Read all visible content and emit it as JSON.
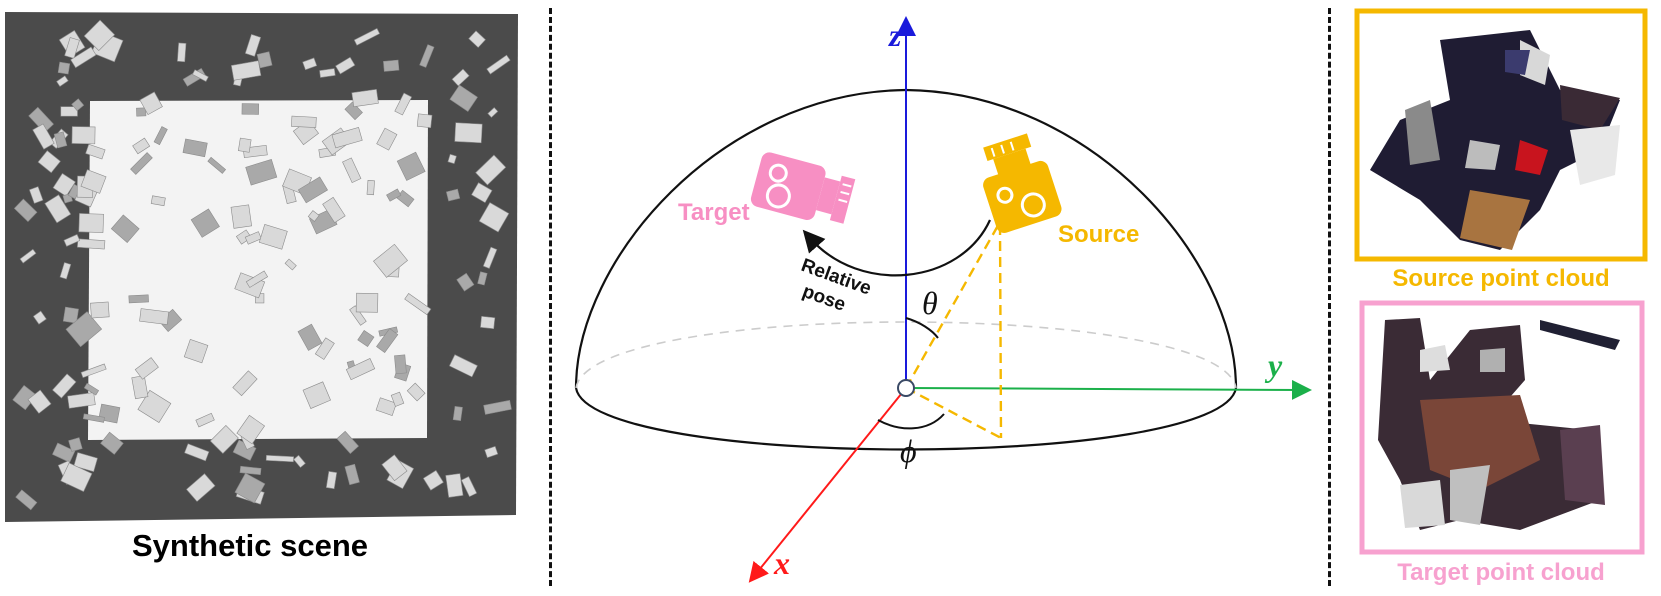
{
  "scene": {
    "caption": "Synthetic scene",
    "colors": {
      "background": "#4a4a4a",
      "floor": "#f3f3f3",
      "objects": "#d9d9d9"
    }
  },
  "diagram": {
    "axes": {
      "x": "x",
      "y": "y",
      "z": "z"
    },
    "angles": {
      "theta": "θ",
      "phi": "ϕ"
    },
    "target_label": "Target",
    "source_label": "Source",
    "relative_pose_line1": "Relative",
    "relative_pose_line2": "pose",
    "colors": {
      "x_axis": "#ff1a1a",
      "y_axis": "#1bb04a",
      "z_axis": "#1a1adb",
      "target": "#f78fc3",
      "source": "#f5b800",
      "dashed": "#f5b800"
    }
  },
  "clouds": {
    "source_caption": "Source point cloud",
    "target_caption": "Target point cloud",
    "colors": {
      "source_border": "#f5b800",
      "target_border": "#f7a1cf"
    }
  }
}
